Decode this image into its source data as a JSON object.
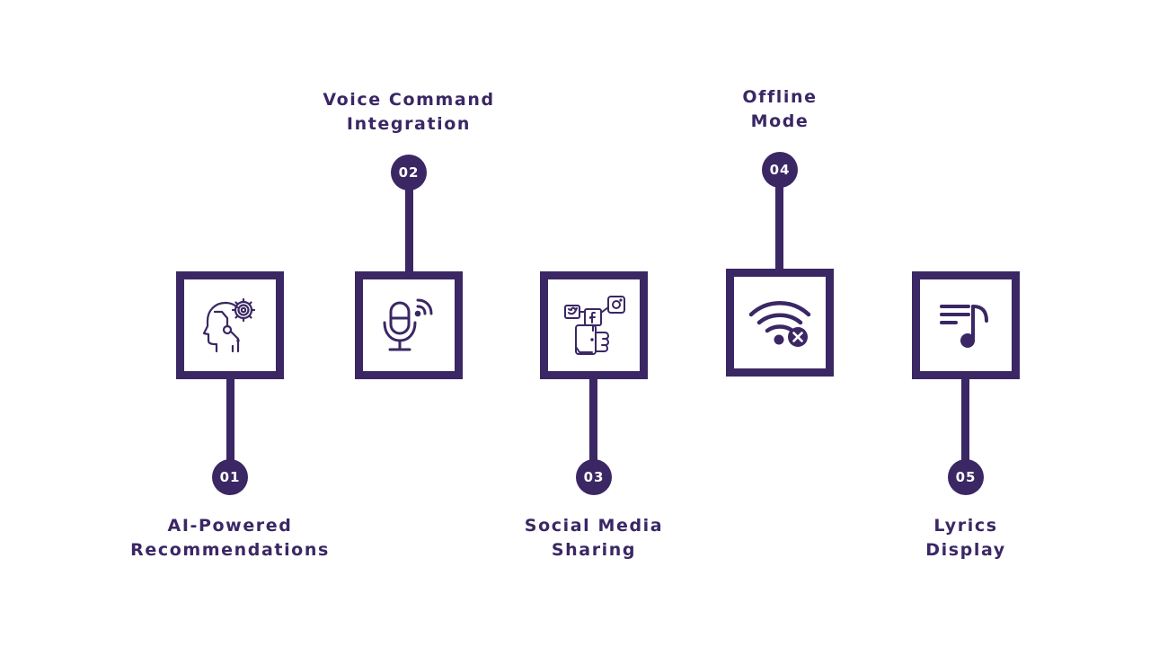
{
  "colors": {
    "primary": "#3a2764",
    "background": "#ffffff",
    "badge_text": "#ffffff"
  },
  "steps": [
    {
      "number": "01",
      "title_line1": "AI-Powered",
      "title_line2": "Recommendations",
      "icon": "ai-head-gear-icon"
    },
    {
      "number": "02",
      "title_line1": "Voice Command",
      "title_line2": "Integration",
      "icon": "microphone-signal-icon"
    },
    {
      "number": "03",
      "title_line1": "Social Media",
      "title_line2": "Sharing",
      "icon": "social-media-hand-icon"
    },
    {
      "number": "04",
      "title_line1": "Offline",
      "title_line2": "Mode",
      "icon": "wifi-off-icon"
    },
    {
      "number": "05",
      "title_line1": "Lyrics",
      "title_line2": "Display",
      "icon": "music-note-list-icon"
    }
  ]
}
